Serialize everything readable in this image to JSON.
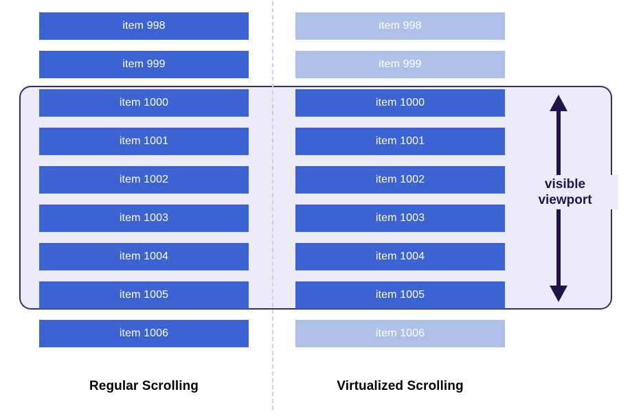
{
  "diagram": {
    "title_left": "Regular Scrolling",
    "title_right": "Virtualized Scrolling",
    "viewport_label_line1": "visible",
    "viewport_label_line2": "viewport",
    "colors": {
      "item_solid": "#3B63D2",
      "item_faded": "#AFC0E8",
      "viewport_fill": "#EDEAF7",
      "viewport_border": "#3B2A6B",
      "arrow": "#231447",
      "divider": "#D0D0D0",
      "item_text": "#FFFFFF",
      "caption_text": "#000000",
      "background": "#FFFFFF"
    }
  },
  "columns": {
    "regular": {
      "name": "Regular Scrolling",
      "items": [
        {
          "label": "item 998",
          "state": "solid",
          "in_viewport": false
        },
        {
          "label": "item 999",
          "state": "solid",
          "in_viewport": false
        },
        {
          "label": "item 1000",
          "state": "solid",
          "in_viewport": true
        },
        {
          "label": "item 1001",
          "state": "solid",
          "in_viewport": true
        },
        {
          "label": "item 1002",
          "state": "solid",
          "in_viewport": true
        },
        {
          "label": "item 1003",
          "state": "solid",
          "in_viewport": true
        },
        {
          "label": "item 1004",
          "state": "solid",
          "in_viewport": true
        },
        {
          "label": "item 1005",
          "state": "solid",
          "in_viewport": true
        },
        {
          "label": "item 1006",
          "state": "solid",
          "in_viewport": false
        }
      ]
    },
    "virtualized": {
      "name": "Virtualized Scrolling",
      "items": [
        {
          "label": "item 998",
          "state": "faded",
          "in_viewport": false
        },
        {
          "label": "item 999",
          "state": "faded",
          "in_viewport": false
        },
        {
          "label": "item 1000",
          "state": "solid",
          "in_viewport": true
        },
        {
          "label": "item 1001",
          "state": "solid",
          "in_viewport": true
        },
        {
          "label": "item 1002",
          "state": "solid",
          "in_viewport": true
        },
        {
          "label": "item 1003",
          "state": "solid",
          "in_viewport": true
        },
        {
          "label": "item 1004",
          "state": "solid",
          "in_viewport": true
        },
        {
          "label": "item 1005",
          "state": "solid",
          "in_viewport": true
        },
        {
          "label": "item 1006",
          "state": "faded",
          "in_viewport": false
        }
      ]
    }
  }
}
